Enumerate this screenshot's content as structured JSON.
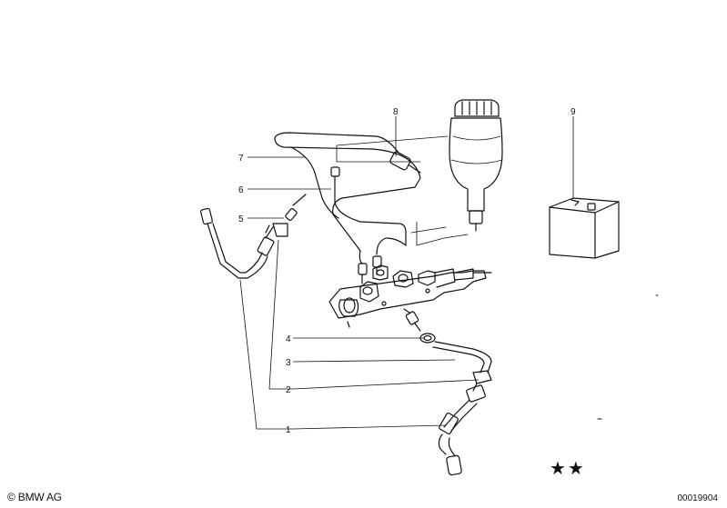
{
  "diagram": {
    "callouts": [
      "1",
      "2",
      "3",
      "4",
      "5",
      "6",
      "7",
      "8",
      "9"
    ],
    "colors": {
      "ink": "#111111",
      "background": "#ffffff"
    }
  },
  "footer": {
    "copyright": "© BMW AG",
    "diagram_id": "00019904",
    "stars": "★★"
  }
}
